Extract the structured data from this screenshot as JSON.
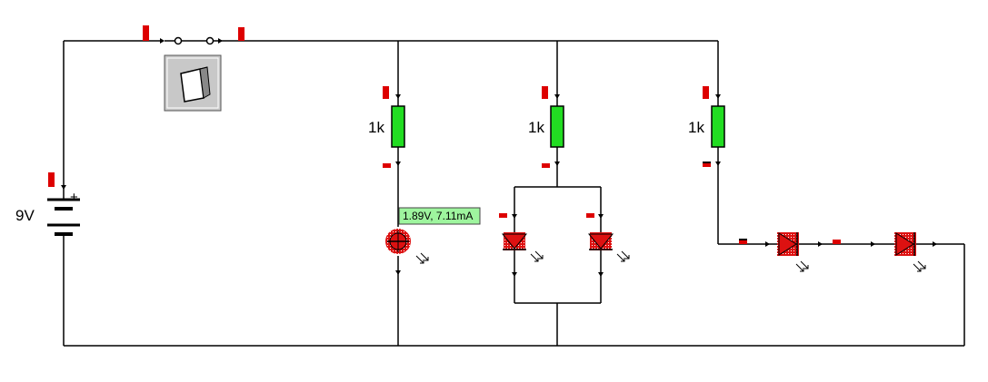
{
  "battery": {
    "label": "9V",
    "polarity": "+"
  },
  "resistors": [
    {
      "label": "1k"
    },
    {
      "label": "1k"
    },
    {
      "label": "1k"
    }
  ],
  "tooltip": {
    "text": "1.89V,  7.11mA"
  },
  "colors": {
    "wire": "#000000",
    "resistor": "#22dd22",
    "probe": "#dd0000",
    "led": "#dd1111",
    "tooltip_bg": "#9ef59e",
    "switch_face": "#c8c8c8"
  },
  "icons": [
    "switch-icon",
    "battery-icon",
    "resistor-icon",
    "led-icon",
    "light-arrow-icon",
    "voltage-probe-icon"
  ]
}
